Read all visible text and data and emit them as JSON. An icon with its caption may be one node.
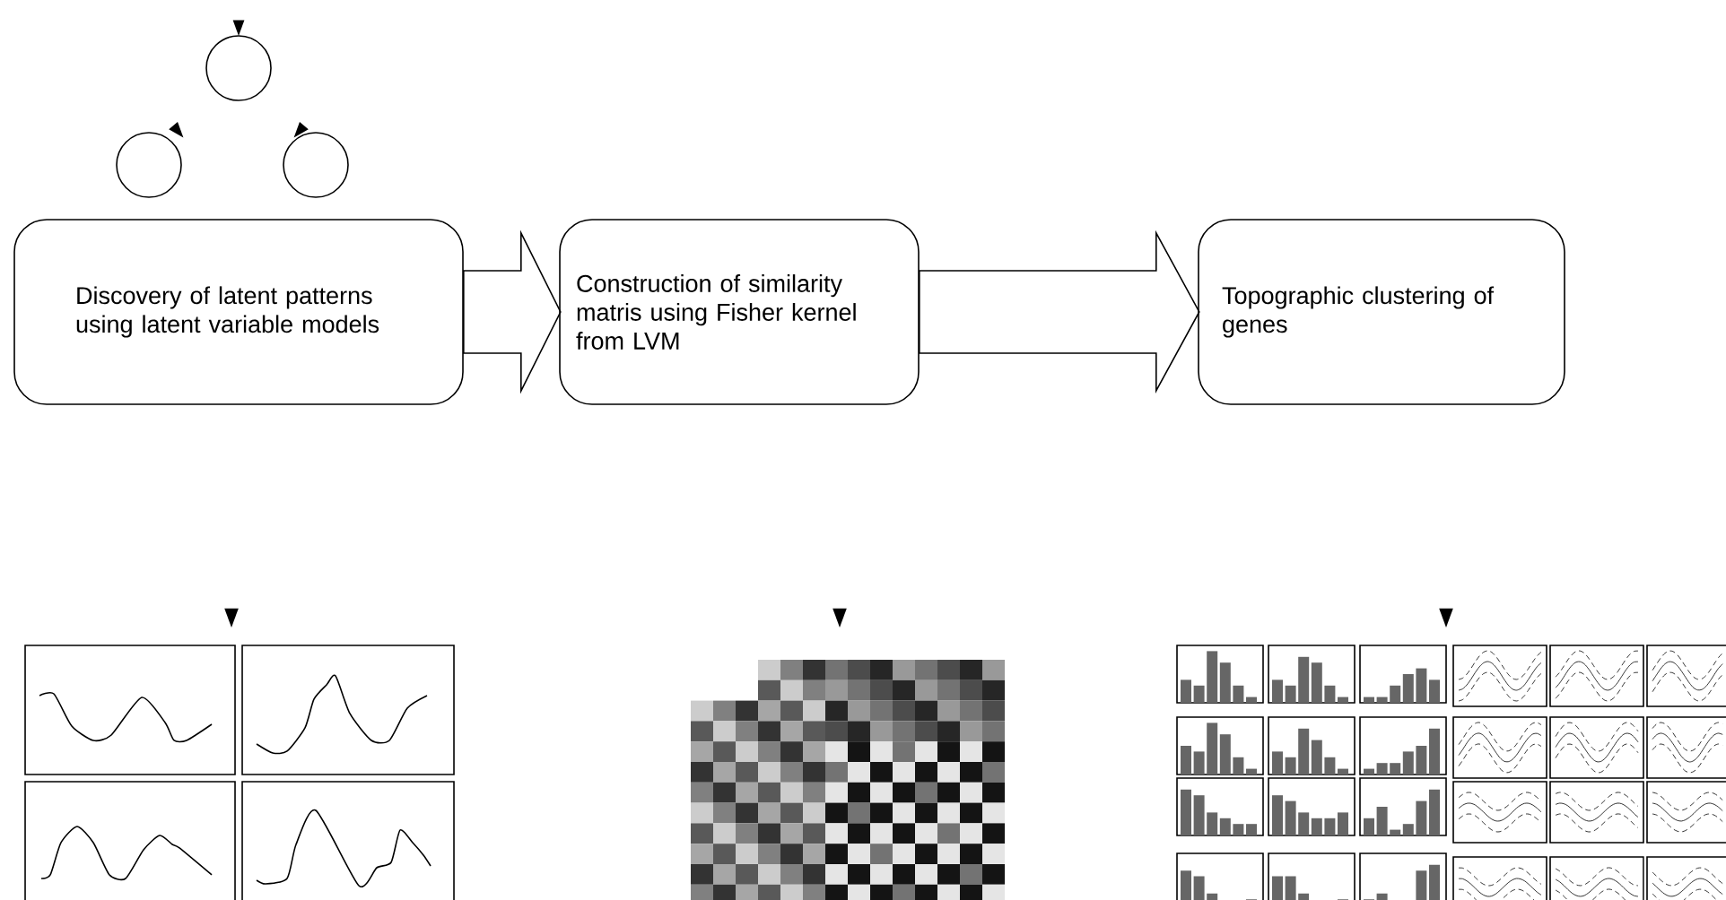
{
  "diagram": {
    "nodes": [
      {
        "text": [],
        "shape": "circle"
      },
      {
        "text": [],
        "shape": "circle"
      },
      {
        "text": [],
        "shape": "circle"
      },
      {
        "text": [
          "Discovery of latent patterns using latent variable models"
        ]
      },
      {
        "text": [
          "Construction of similarity matris using Fisher kernel from LVM"
        ]
      },
      {
        "text": [
          "Topographic clustering of genes"
        ]
      }
    ],
    "edges": [
      {
        "from": 3,
        "to": 4,
        "arrow": "to"
      },
      {
        "from": 4,
        "to": 5,
        "arrow": "to"
      }
    ]
  }
}
